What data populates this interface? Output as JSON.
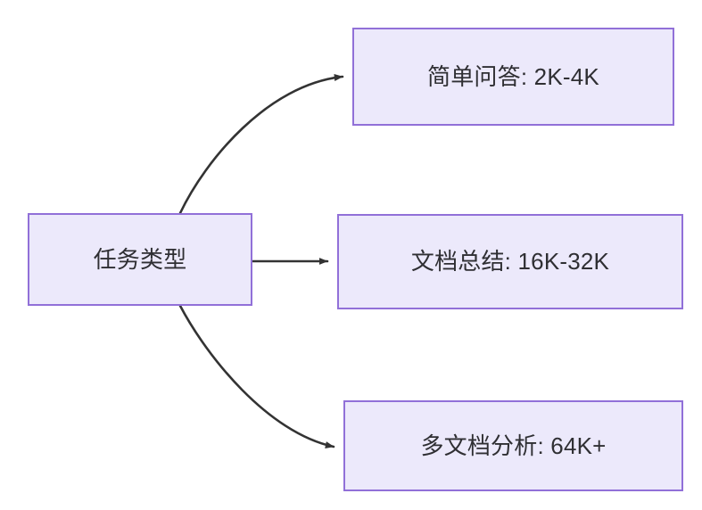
{
  "diagram": {
    "type": "flowchart",
    "direction": "left-to-right",
    "background_color": "#ffffff",
    "node_fill_color": "#ece9fb",
    "node_border_color": "#9170d8",
    "node_text_color": "#2f2f33",
    "edge_color": "#333333",
    "nodes": [
      {
        "id": "root",
        "label": "任务类型"
      },
      {
        "id": "simple_qa",
        "label": "简单问答: 2K-4K"
      },
      {
        "id": "doc_summary",
        "label": "文档总结: 16K-32K"
      },
      {
        "id": "multi_doc",
        "label": "多文档分析: 64K+"
      }
    ],
    "edges": [
      {
        "from": "root",
        "to": "simple_qa",
        "style": "curved",
        "arrowhead": "filled-triangle",
        "label": ""
      },
      {
        "from": "root",
        "to": "doc_summary",
        "style": "straight",
        "arrowhead": "filled-triangle",
        "label": ""
      },
      {
        "from": "root",
        "to": "multi_doc",
        "style": "curved",
        "arrowhead": "filled-triangle",
        "label": ""
      }
    ]
  }
}
